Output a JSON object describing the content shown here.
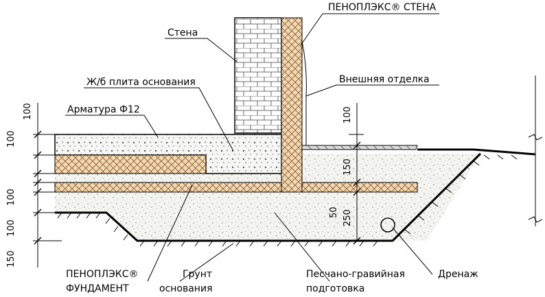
{
  "labels": {
    "penoplex_wall": "ПЕНОПЛЭКС® СТЕНА",
    "wall": "Стена",
    "slab": "Ж/б плита основания",
    "outer_finish": "Внешняя отделка",
    "rebar": "Арматура Ф12",
    "penoplex_foundation_1": "ПЕНОПЛЭКС®",
    "penoplex_foundation_2": "ФУНДАМЕНТ",
    "soil_1": "Грунт",
    "soil_2": "основания",
    "sand_gravel_1": "Песчано-гравийная",
    "sand_gravel_2": "подготовка",
    "drainage": "Дренаж"
  },
  "dimensions": {
    "left": [
      "100",
      "100",
      "100",
      "100",
      "150"
    ],
    "right": [
      "100",
      "150",
      "50",
      "250"
    ]
  }
}
